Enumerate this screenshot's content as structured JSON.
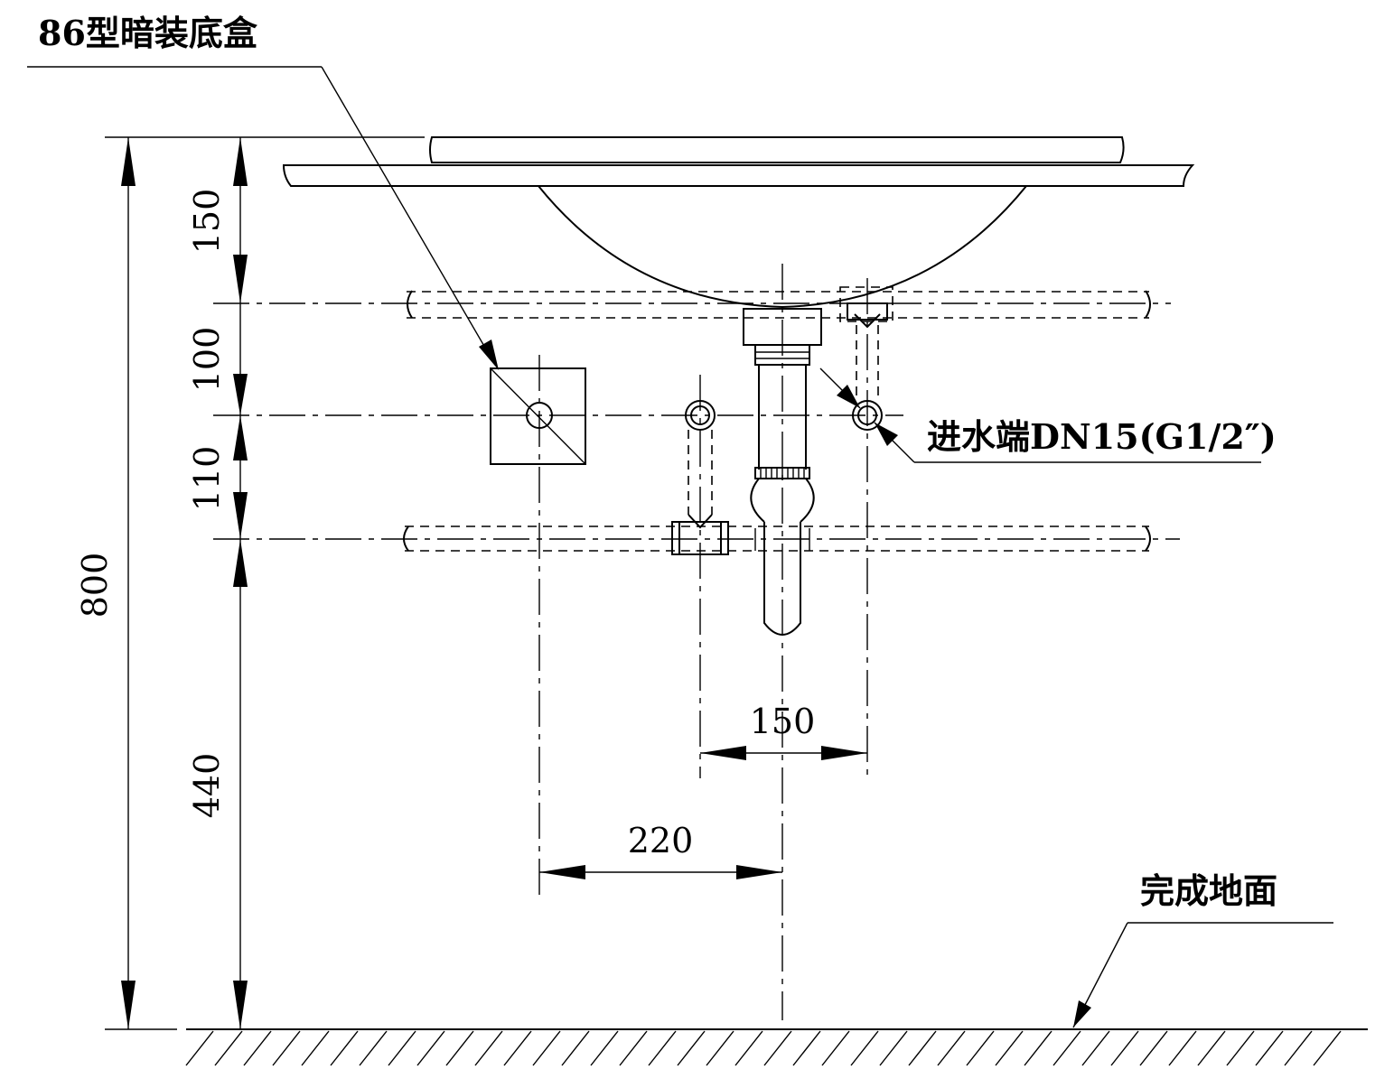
{
  "labels": {
    "junction_box": "86型暗装底盒",
    "water_inlet": "进水端DN15(G1/2″)",
    "finished_floor": "完成地面"
  },
  "dimensions": {
    "total_height": "800",
    "top_segment": "150",
    "second_segment": "100",
    "third_segment": "110",
    "bottom_segment": "440",
    "inlet_spacing": "150",
    "box_offset": "220"
  },
  "colors": {
    "line": "#000000",
    "background": "#ffffff"
  }
}
